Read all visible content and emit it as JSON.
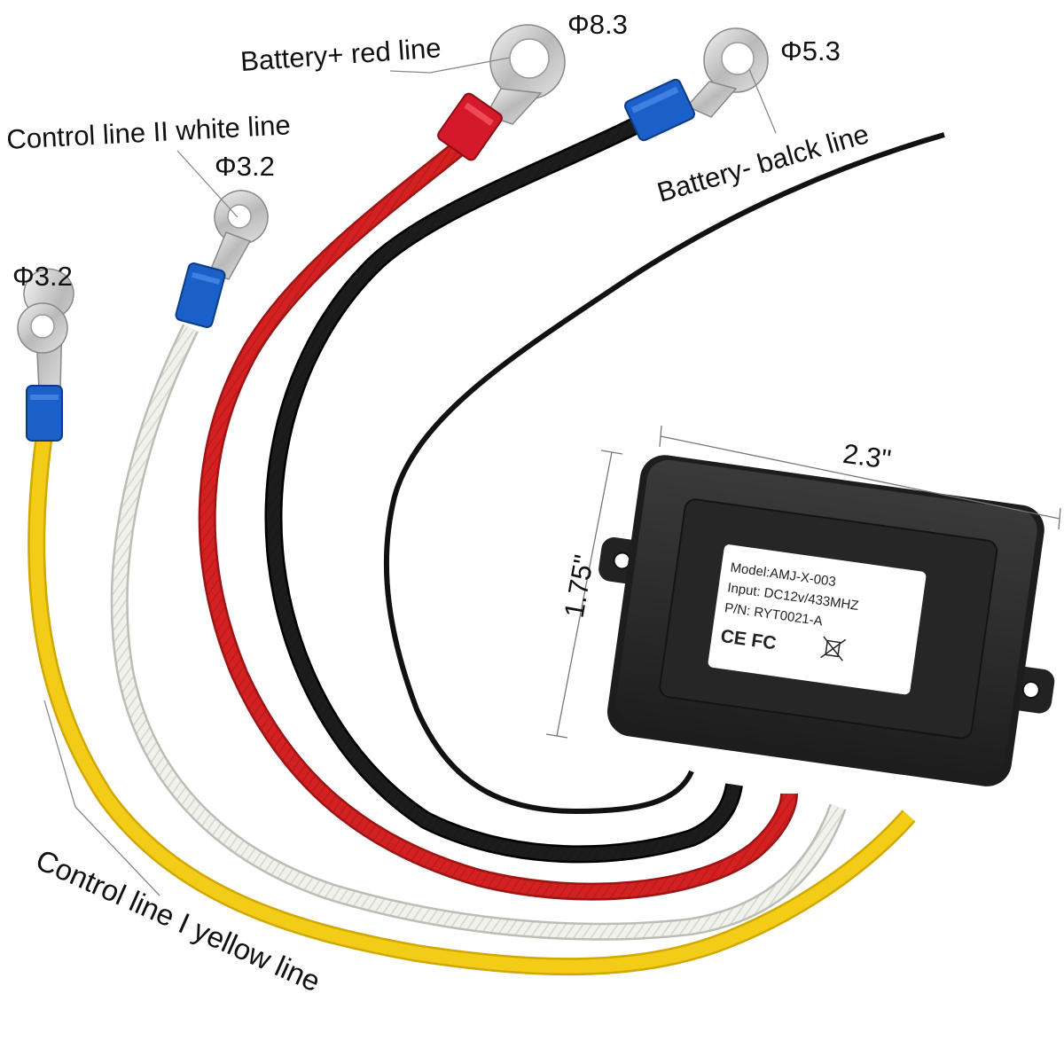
{
  "labels": {
    "battery_pos": "Battery+ red line",
    "battery_neg": "Battery- balck line",
    "control_2": "Control line II white line",
    "control_1": "Control line I yellow line"
  },
  "ring_sizes": {
    "red": "Φ8.3",
    "black": "Φ5.3",
    "white": "Φ3.2",
    "yellow": "Φ3.2"
  },
  "dimensions": {
    "width": "2.3\"",
    "height": "1.75\""
  },
  "module_label": {
    "model": "Model:AMJ-X-003",
    "input": "Input:  DC12v/433MHZ",
    "pn": "P/N:  RYT0021-A",
    "marks": "CE  FC"
  },
  "colors": {
    "red_wire": "#d42020",
    "black_wire": "#141414",
    "white_wire": "#efefe8",
    "yellow_wire": "#f2cc17",
    "connector_blue": "#1b5fc9",
    "connector_red": "#d4192a",
    "module_body": "#2a2a2a"
  }
}
